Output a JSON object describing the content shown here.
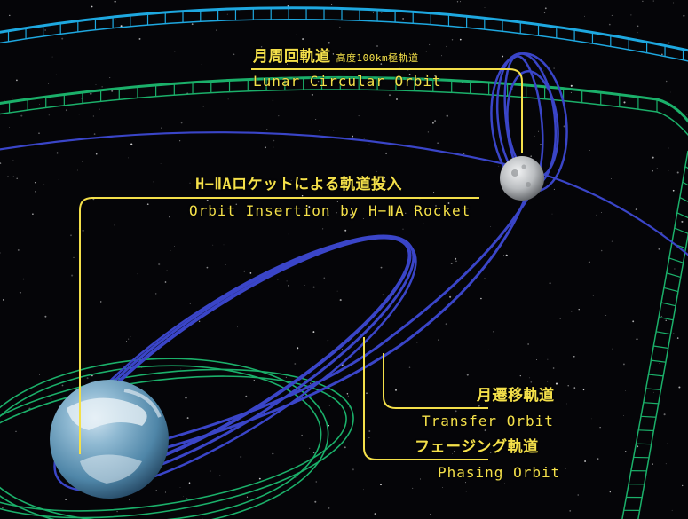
{
  "labels": {
    "lunar_circular": {
      "ja": "月周回軌道",
      "ja_sub": "高度100km極軌道",
      "en": "Lunar Circular Orbit"
    },
    "insertion": {
      "ja": "H−ⅡAロケットによる軌道投入",
      "en": "Orbit Insertion by H−ⅡA Rocket"
    },
    "transfer": {
      "ja": "月遷移軌道",
      "en": "Transfer Orbit"
    },
    "phasing": {
      "ja": "フェージング軌道",
      "en": "Phasing Orbit"
    }
  },
  "colors": {
    "background": "#050508",
    "label_text": "#f4e04a",
    "leader_line": "#f4e04a",
    "trajectory": "#3a45c8",
    "grid_outer": "#1ea8e0",
    "grid_inner": "#1bb06a",
    "earth_ocean": "#6fa3c4",
    "earth_cloud": "#eef4f8",
    "moon_surface": "#c9cbcc"
  },
  "objects": {
    "earth": "earth",
    "moon": "moon"
  }
}
